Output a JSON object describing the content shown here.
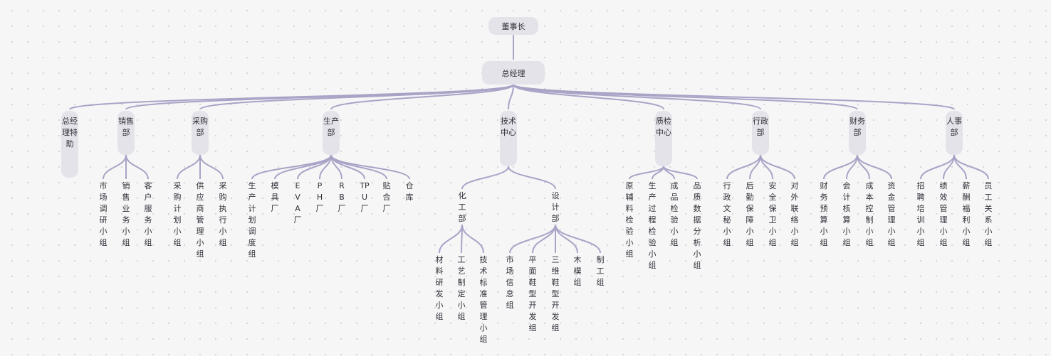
{
  "root": {
    "id": "root",
    "label": "董事长"
  },
  "gm": {
    "id": "gm",
    "label": "总经理"
  },
  "departments": [
    {
      "id": "d0",
      "label": "总经理特助",
      "children": []
    },
    {
      "id": "d1",
      "label": "销售部",
      "children": [
        {
          "id": "d1c0",
          "label": "市场调研小组"
        },
        {
          "id": "d1c1",
          "label": "销售业务小组"
        },
        {
          "id": "d1c2",
          "label": "客户服务小组"
        }
      ]
    },
    {
      "id": "d2",
      "label": "采购部",
      "children": [
        {
          "id": "d2c0",
          "label": "采购计划小组"
        },
        {
          "id": "d2c1",
          "label": "供应商管理小组"
        },
        {
          "id": "d2c2",
          "label": "采购执行小组"
        }
      ]
    },
    {
      "id": "d3",
      "label": "生产部",
      "children": [
        {
          "id": "d3c0",
          "label": "生产计划调度组"
        },
        {
          "id": "d3c1",
          "label": "模具厂"
        },
        {
          "id": "d3c2",
          "label": "EVA厂"
        },
        {
          "id": "d3c3",
          "label": "PH厂"
        },
        {
          "id": "d3c4",
          "label": "RB厂"
        },
        {
          "id": "d3c5",
          "label": "TPU厂"
        },
        {
          "id": "d3c6",
          "label": "贴合厂"
        },
        {
          "id": "d3c7",
          "label": "仓库"
        }
      ]
    },
    {
      "id": "d4",
      "label": "技术中心",
      "children": [
        {
          "id": "d4c0",
          "label": "化工部",
          "children": [
            {
              "id": "d4c0c0",
              "label": "材料研发小组"
            },
            {
              "id": "d4c0c1",
              "label": "工艺制定小组"
            },
            {
              "id": "d4c0c2",
              "label": "技术标准管理小组"
            }
          ]
        },
        {
          "id": "d4c1",
          "label": "设计部",
          "children": [
            {
              "id": "d4c1c0",
              "label": "市场信息组"
            },
            {
              "id": "d4c1c1",
              "label": "平面鞋型开发组"
            },
            {
              "id": "d4c1c2",
              "label": "三维鞋型开发组"
            },
            {
              "id": "d4c1c3",
              "label": "木模组"
            },
            {
              "id": "d4c1c4",
              "label": "制工组"
            }
          ]
        }
      ]
    },
    {
      "id": "d5",
      "label": "质检中心",
      "children": [
        {
          "id": "d5c0",
          "label": "原辅料检验小组"
        },
        {
          "id": "d5c1",
          "label": "生产过程检验小组"
        },
        {
          "id": "d5c2",
          "label": "成品检验小组"
        },
        {
          "id": "d5c3",
          "label": "品质数据分析小组"
        }
      ]
    },
    {
      "id": "d6",
      "label": "行政部",
      "children": [
        {
          "id": "d6c0",
          "label": "行政文秘小组"
        },
        {
          "id": "d6c1",
          "label": "后勤保障小组"
        },
        {
          "id": "d6c2",
          "label": "安全保卫小组"
        },
        {
          "id": "d6c3",
          "label": "对外联络小组"
        }
      ]
    },
    {
      "id": "d7",
      "label": "财务部",
      "children": [
        {
          "id": "d7c0",
          "label": "财务预算小组"
        },
        {
          "id": "d7c1",
          "label": "会计核算小组"
        },
        {
          "id": "d7c2",
          "label": "成本控制小组"
        },
        {
          "id": "d7c3",
          "label": "资金管理小组"
        }
      ]
    },
    {
      "id": "d8",
      "label": "人事部",
      "children": [
        {
          "id": "d8c0",
          "label": "招聘培训小组"
        },
        {
          "id": "d8c1",
          "label": "绩效管理小组"
        },
        {
          "id": "d8c2",
          "label": "薪酬福利小组"
        },
        {
          "id": "d8c3",
          "label": "员工关系小组"
        }
      ]
    }
  ]
}
